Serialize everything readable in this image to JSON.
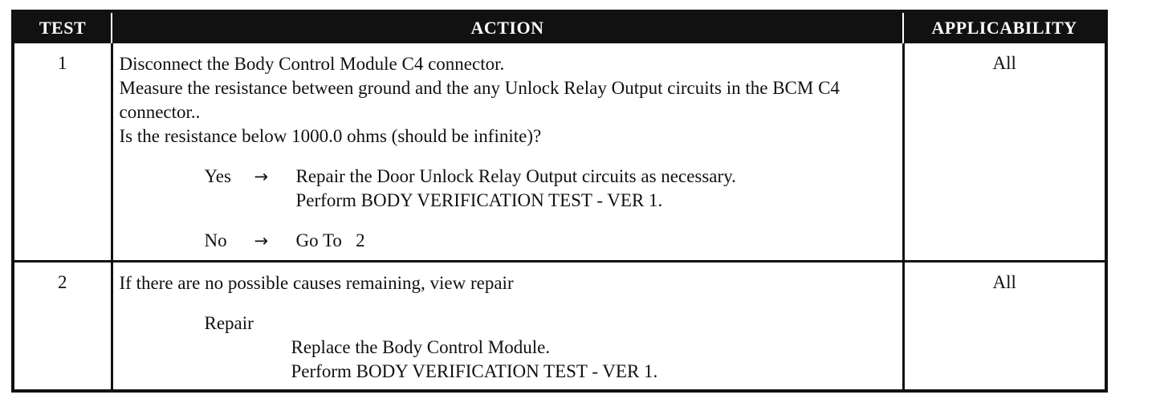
{
  "headers": {
    "test": "TEST",
    "action": "ACTION",
    "applicability": "APPLICABILITY"
  },
  "rows": [
    {
      "test": "1",
      "applicability": "All",
      "action_lines": [
        "Disconnect the Body Control Module C4 connector.",
        "Measure the resistance between ground and the any Unlock Relay Output circuits in the BCM C4 connector..",
        "Is the resistance below 1000.0 ohms (should be infinite)?"
      ],
      "yes": {
        "label": "Yes",
        "arrow": "→",
        "lines": [
          "Repair the Door Unlock Relay Output circuits as necessary.",
          "Perform BODY VERIFICATION TEST - VER 1."
        ]
      },
      "no": {
        "label": "No",
        "arrow": "→",
        "text": "Go To   2"
      }
    },
    {
      "test": "2",
      "applicability": "All",
      "action_line": "If there are no possible causes remaining, view repair",
      "repair": {
        "label": "Repair",
        "lines": [
          "Replace the Body Control Module.",
          "Perform BODY VERIFICATION TEST - VER 1."
        ]
      }
    }
  ]
}
